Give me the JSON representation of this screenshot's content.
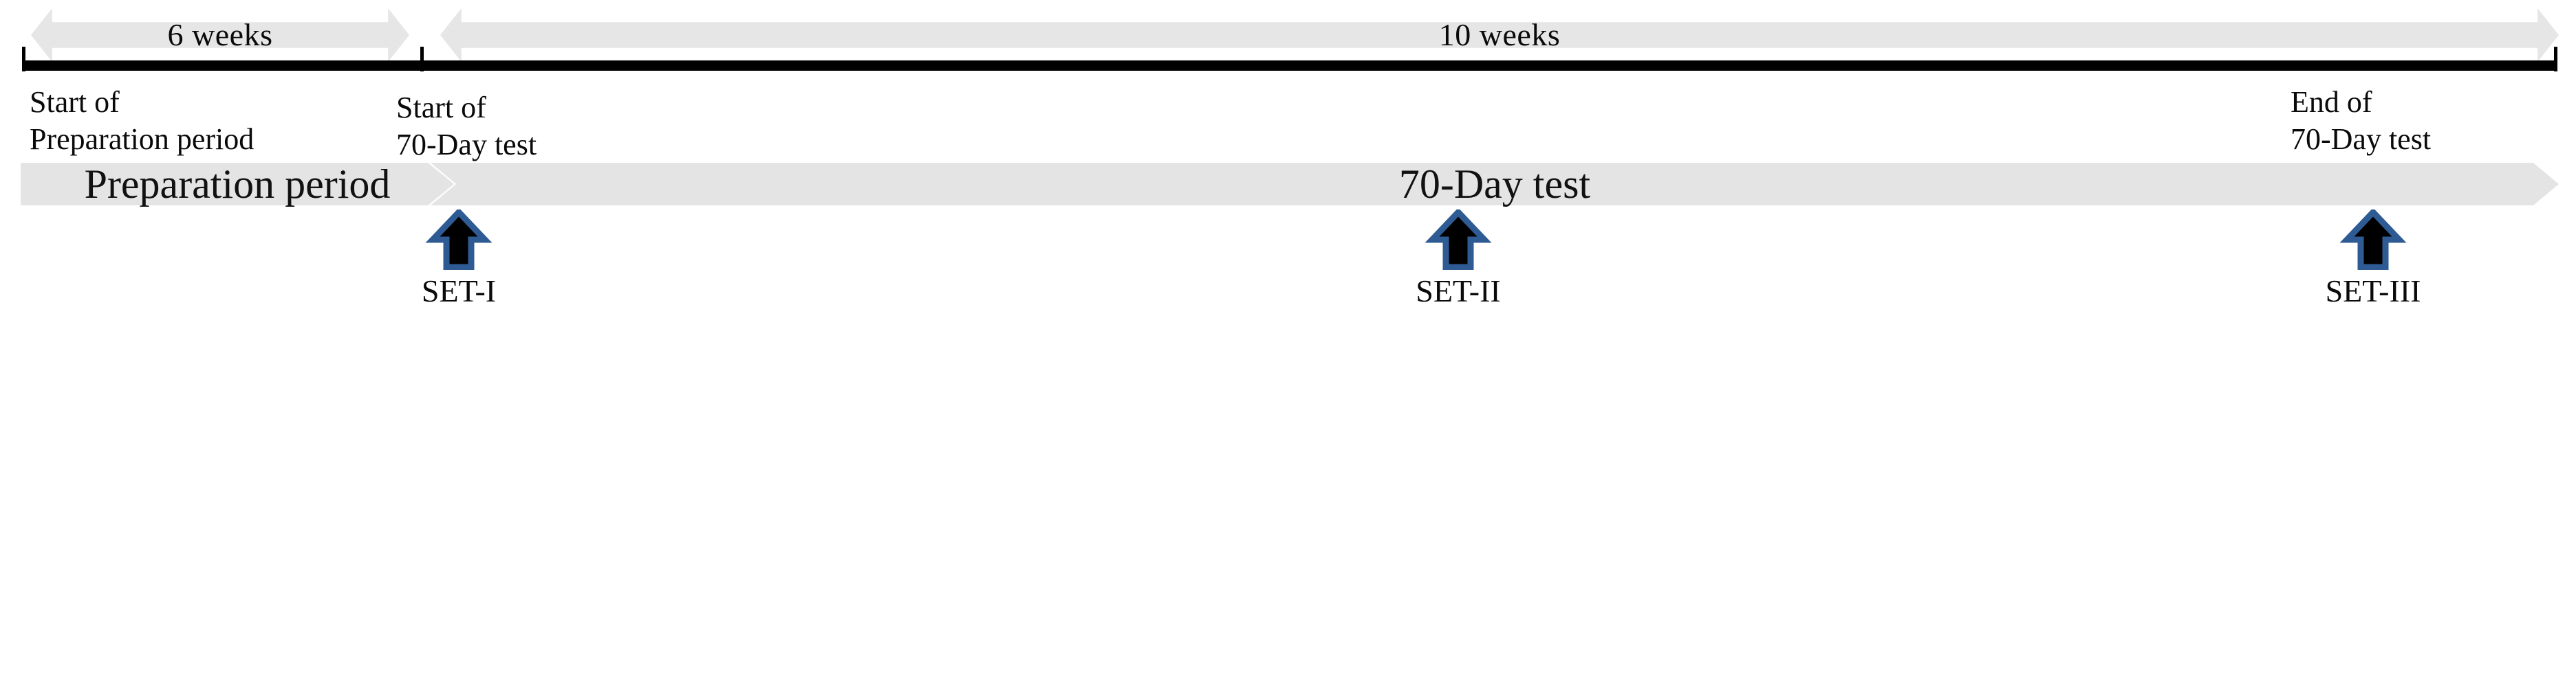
{
  "figure": {
    "type": "study-timeline",
    "background_color": "#ffffff",
    "arrow_band_color": "#E6E6E6",
    "phase_band_color": "#E4E4E4",
    "timeline_color": "#000000",
    "marker_outline_color": "#2E5B94",
    "marker_fill_color": "#000000"
  },
  "durations": [
    {
      "label": "6 weeks"
    },
    {
      "label": "10 weeks"
    }
  ],
  "milestones": [
    {
      "line1": "Start of",
      "line2": "Preparation period"
    },
    {
      "line1": "Start of",
      "line2": "70-Day test"
    },
    {
      "line1": "End of",
      "line2": "70-Day test"
    }
  ],
  "phases": [
    {
      "label": "Preparation period"
    },
    {
      "label": "70-Day test"
    }
  ],
  "markers": [
    {
      "label": "SET-I"
    },
    {
      "label": "SET-II"
    },
    {
      "label": "SET-III"
    }
  ]
}
